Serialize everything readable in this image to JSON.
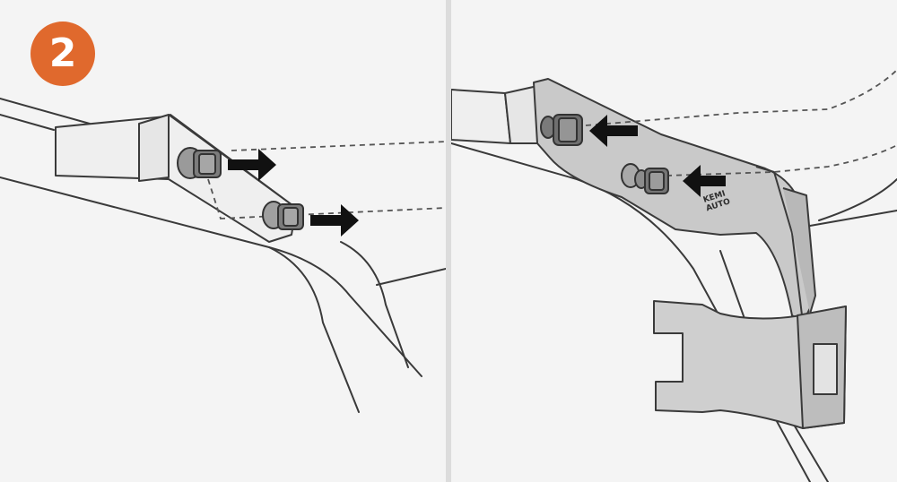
{
  "step": {
    "number": "2"
  },
  "colors": {
    "badge": "#e0692d",
    "line": "#3a3a3a",
    "bracket": "#c9c9c9",
    "background": "#f4f4f4"
  },
  "bracket_label": {
    "line1": "KEMI",
    "line2": "AUTO"
  }
}
